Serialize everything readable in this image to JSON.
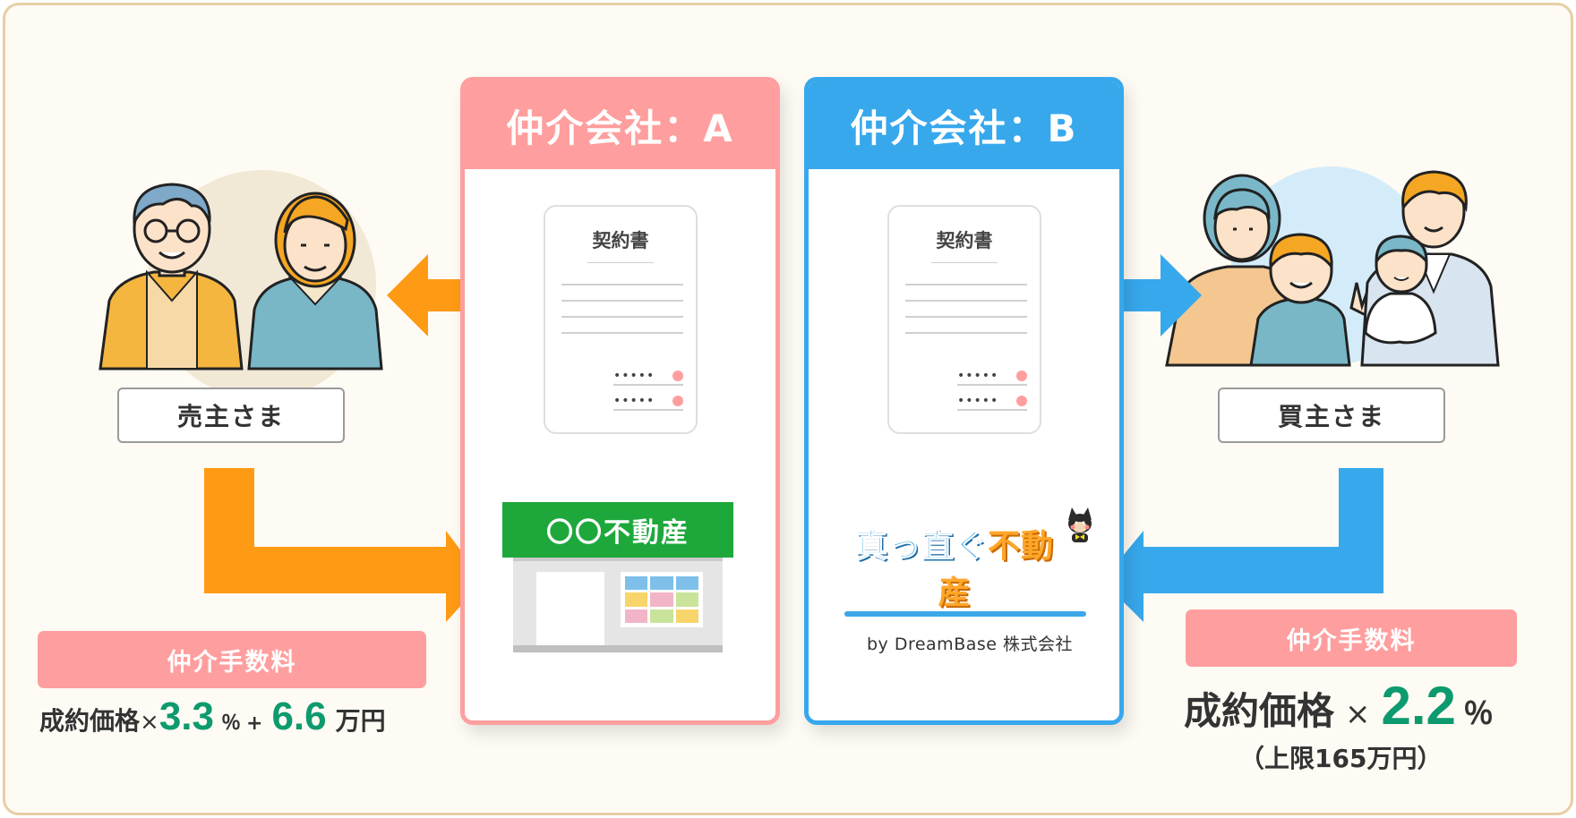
{
  "seller": {
    "label": "売主さま",
    "illustration": "elderly-couple-illustration"
  },
  "buyer": {
    "label": "買主さま",
    "illustration": "family-illustration"
  },
  "company_a": {
    "header": "仲介会社：A",
    "contract_title": "契約書",
    "signature_dots": "•••••",
    "store_sign": "〇〇不動産",
    "color": "#ff9e9e"
  },
  "company_b": {
    "header": "仲介会社：B",
    "contract_title": "契約書",
    "signature_dots": "•••••",
    "logo_part1": "真っ直ぐ",
    "logo_part2": "不動産",
    "byline": "by  DreamBase 株式会社",
    "color": "#37a8ec"
  },
  "fee_seller": {
    "tag": "仲介手数料",
    "prefix": "成約価格",
    "times": "×",
    "rate": "3.3",
    "rate_unit": "％",
    "plus": "+",
    "fixed": "6.6",
    "fixed_unit": "万円"
  },
  "fee_buyer": {
    "tag": "仲介手数料",
    "prefix": "成約価格",
    "times": "×",
    "rate": "2.2",
    "rate_unit": "％",
    "cap": "（上限165万円）"
  },
  "colors": {
    "orange_arrow": "#ff9a14",
    "blue_arrow": "#37a8ec",
    "fee_tag": "#ff9e9e",
    "fee_number": "#0d9a6e",
    "store_green": "#1ea83c",
    "frame_border": "#e7cfa4",
    "background": "#fefbf4"
  }
}
